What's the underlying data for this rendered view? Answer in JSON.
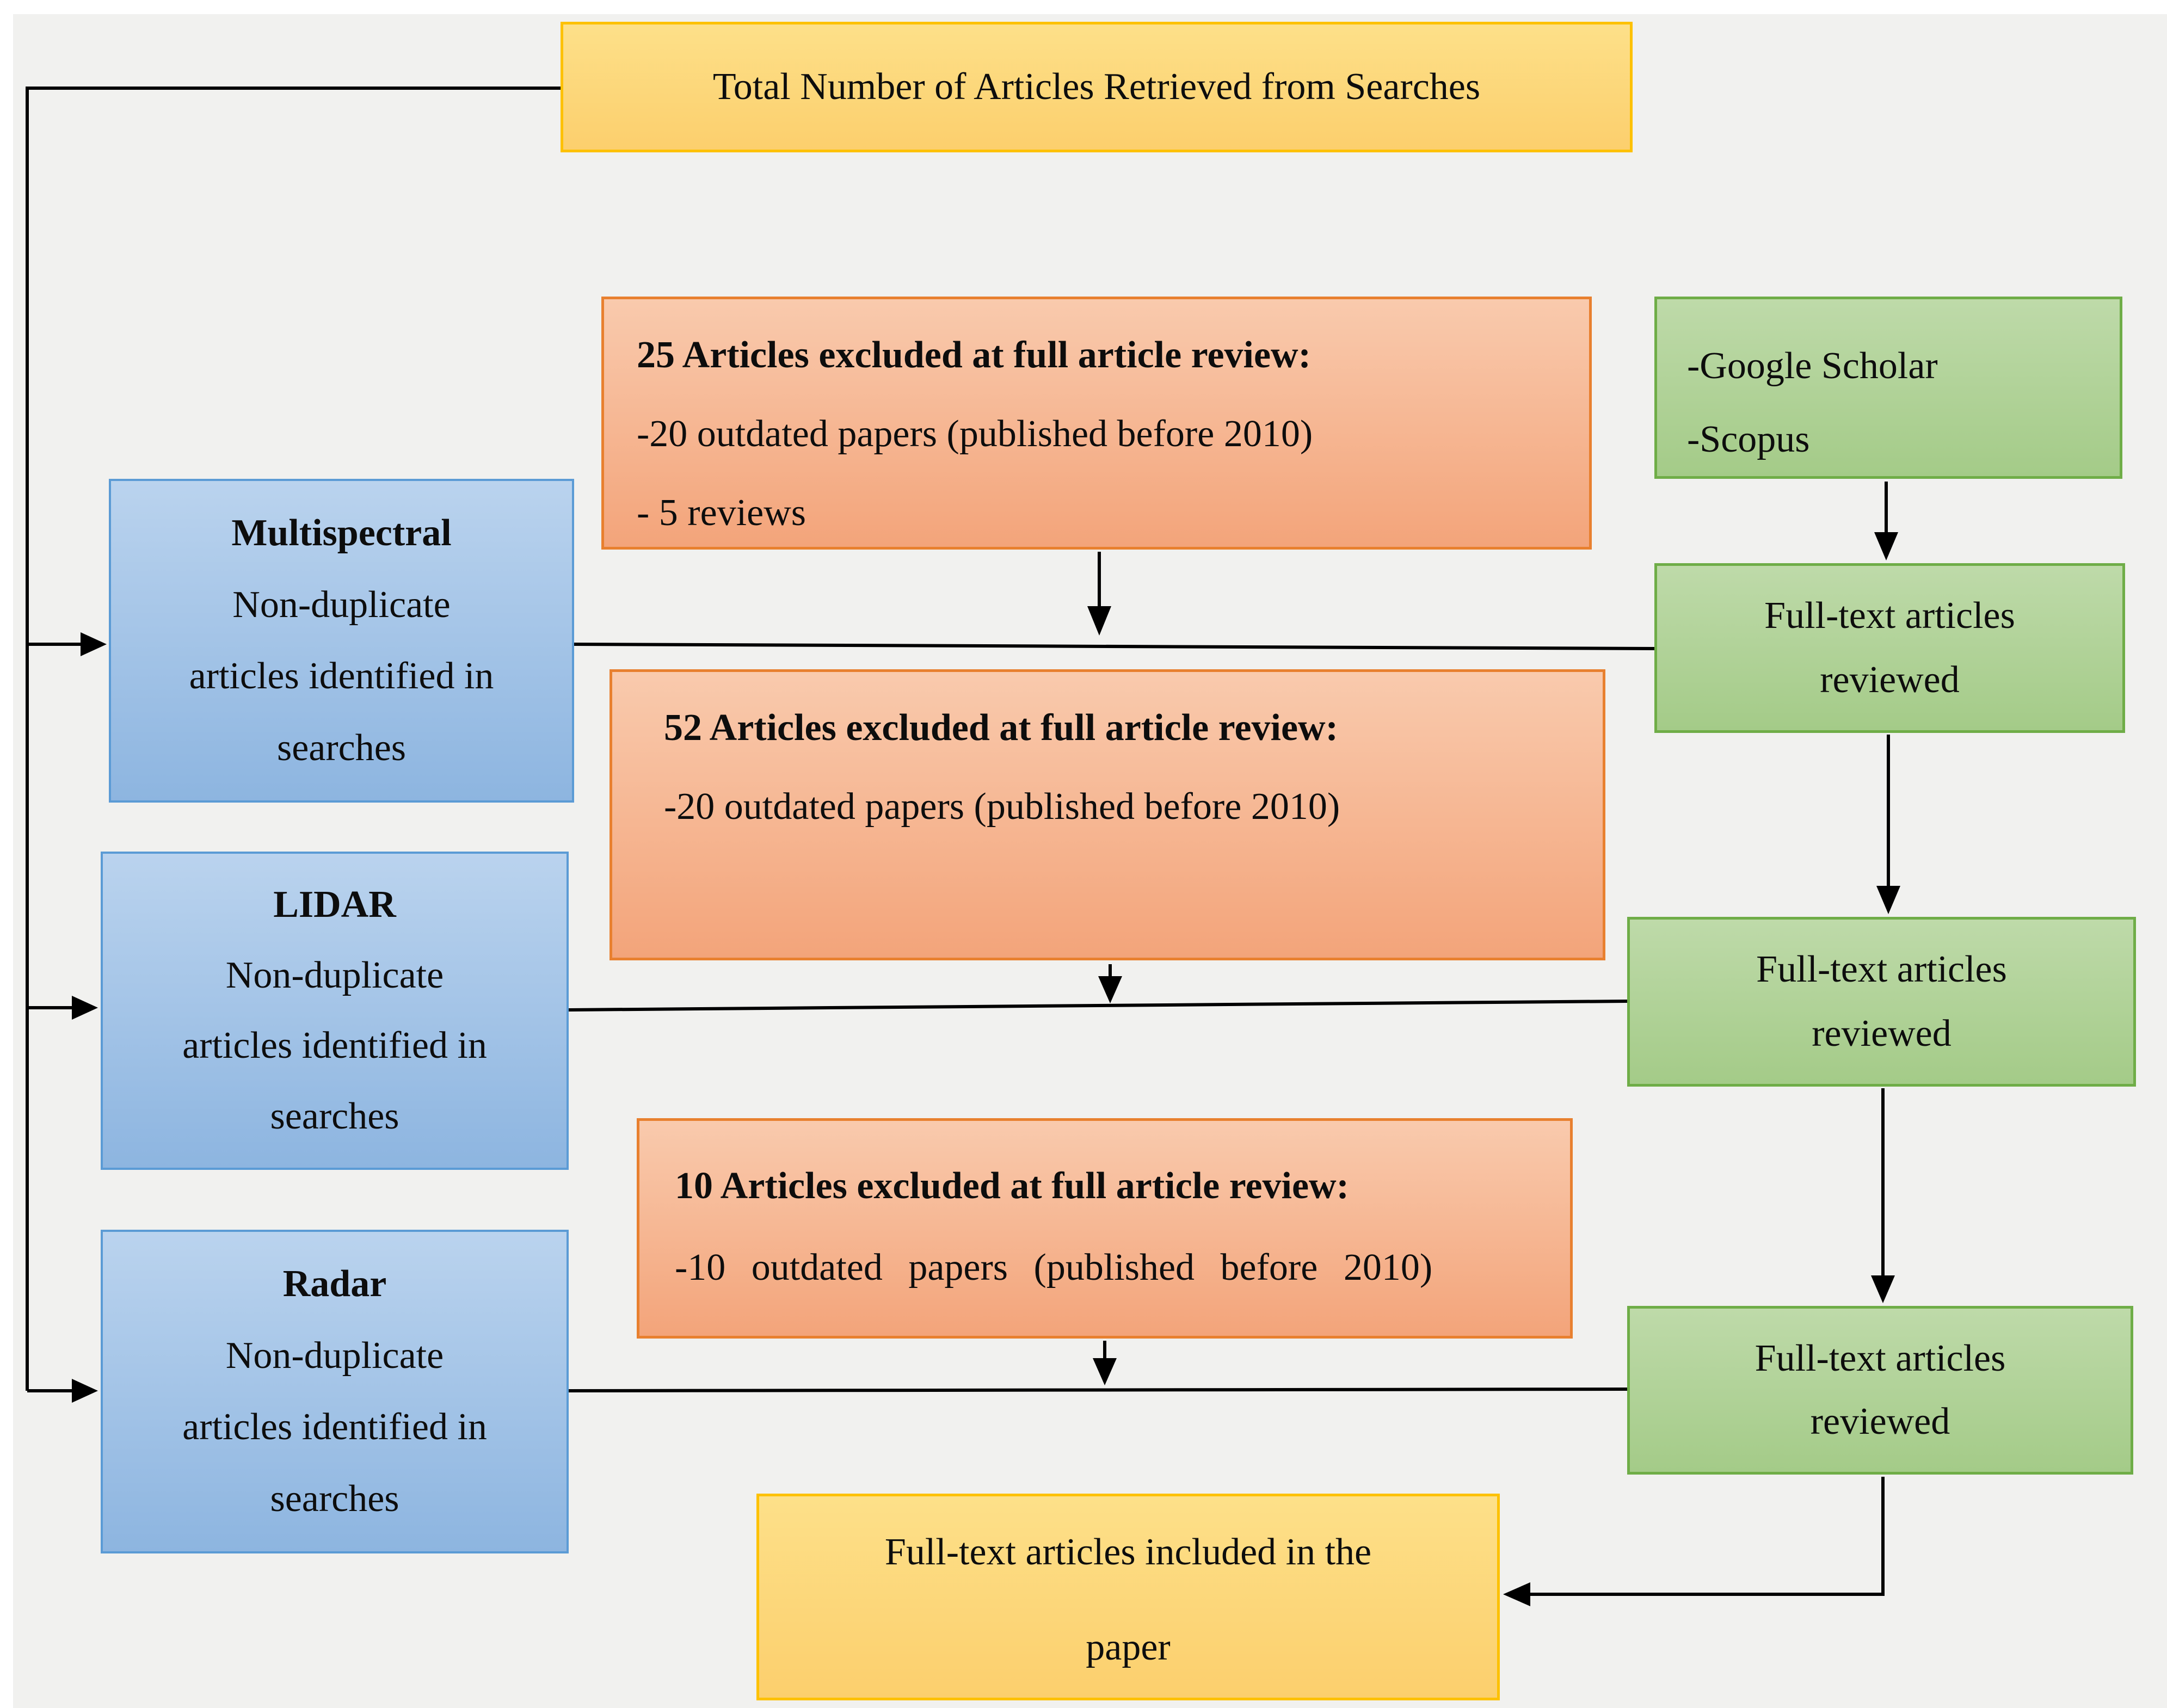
{
  "figure": {
    "colors": {
      "page_background": "#ffffff",
      "figure_background": "#f1f1ef",
      "connector": "#000000",
      "yellow_fill_top": "#fde089",
      "yellow_fill_bottom": "#fccf6d",
      "yellow_border": "#fdc101",
      "orange_fill_top": "#f9caad",
      "orange_fill_bottom": "#f3a47a",
      "orange_border": "#e8802f",
      "green_fill_top": "#bedaa9",
      "green_fill_bottom": "#a4cb88",
      "green_border": "#6fad47",
      "blue_fill_top": "#bad3ee",
      "blue_fill_bottom": "#8db5e0",
      "blue_border": "#5b9bd5"
    },
    "total_box": {
      "text": "Total Number of Articles Retrieved from Searches"
    },
    "sources_box": {
      "lines": [
        "-Google Scholar",
        "-Scopus"
      ]
    },
    "rows": [
      {
        "category": {
          "title": "Multispectral",
          "lines": [
            "Non-duplicate",
            "articles identified in",
            "searches"
          ]
        },
        "exclusion": {
          "title": "25 Articles excluded at full article review:",
          "items": [
            "-20 outdated papers (published before 2010)",
            "- 5 reviews"
          ]
        },
        "reviewed": {
          "lines": [
            "Full-text articles",
            "reviewed"
          ]
        }
      },
      {
        "category": {
          "title": "LIDAR",
          "lines": [
            "Non-duplicate",
            "articles identified in",
            "searches"
          ]
        },
        "exclusion": {
          "title": "52 Articles excluded at full article review:",
          "items": [
            "-20 outdated papers (published before 2010)"
          ]
        },
        "reviewed": {
          "lines": [
            "Full-text articles",
            "reviewed"
          ]
        }
      },
      {
        "category": {
          "title": "Radar",
          "lines": [
            "Non-duplicate",
            "articles identified in",
            "searches"
          ]
        },
        "exclusion": {
          "title": "10 Articles excluded at full article review:",
          "items": [
            "-10 outdated papers (published before 2010)"
          ]
        },
        "reviewed": {
          "lines": [
            "Full-text articles",
            "reviewed"
          ]
        }
      }
    ],
    "included_box": {
      "lines": [
        "Full-text articles included in the",
        "paper"
      ]
    }
  }
}
